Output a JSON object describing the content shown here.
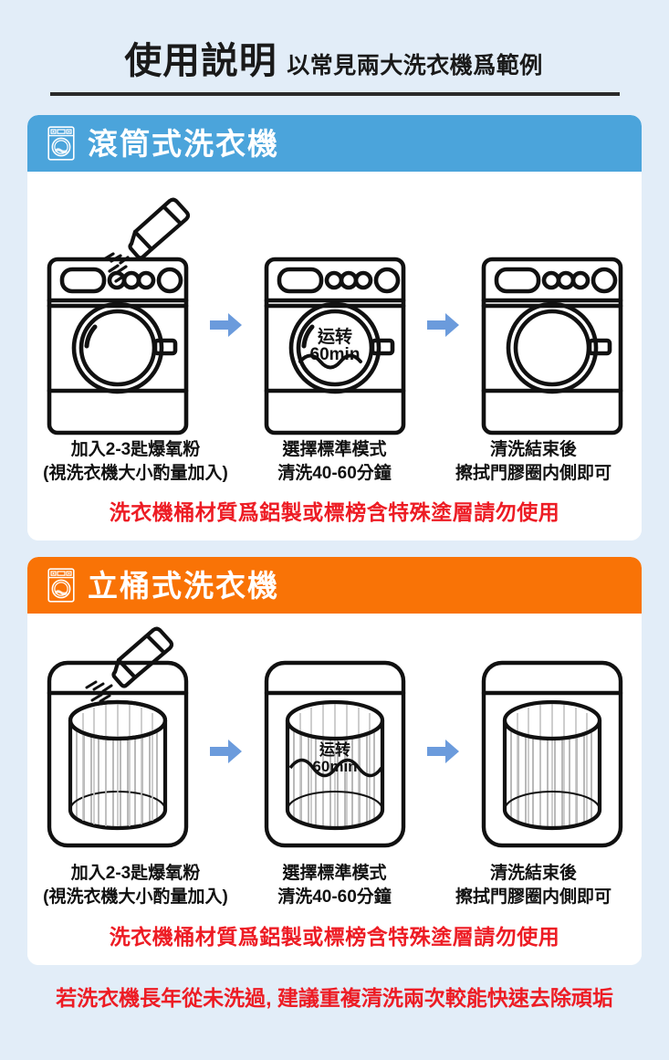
{
  "header": {
    "title": "使用説明",
    "subtitle": "以常見兩大洗衣機爲範例"
  },
  "colors": {
    "page_background": "#e2edf8",
    "panel_background": "#ffffff",
    "banner_blue": "#4ba4db",
    "banner_orange": "#f97306",
    "warning_red": "#ed1c24",
    "arrow_blue": "#6699dd",
    "line_black": "#2a2a2a"
  },
  "sections": [
    {
      "id": "drum",
      "banner_label": "滾筒式洗衣機",
      "banner_color": "#4ba4db",
      "icon": "washing-machine-icon",
      "steps": [
        {
          "illustration": "front-load-washer-with-powder-bottle",
          "caption_line1": "加入2-3匙爆氧粉",
          "caption_line2": "(視洗衣機大小酌量加入)"
        },
        {
          "illustration": "front-load-washer-running",
          "drum_label_line1": "运转",
          "drum_label_line2": "60min",
          "caption_line1": "選擇標準模式",
          "caption_line2": "清洗40-60分鐘"
        },
        {
          "illustration": "front-load-washer-clean",
          "caption_line1": "清洗結束後",
          "caption_line2": "擦拭門膠圈内側即可"
        }
      ],
      "warning": "洗衣機桶材質爲鋁製或標榜含特殊塗層請勿使用"
    },
    {
      "id": "toploader",
      "banner_label": "立桶式洗衣機",
      "banner_color": "#f97306",
      "icon": "washing-machine-icon",
      "steps": [
        {
          "illustration": "top-load-washer-with-powder-bottle",
          "caption_line1": "加入2-3匙爆氧粉",
          "caption_line2": "(視洗衣機大小酌量加入)"
        },
        {
          "illustration": "top-load-washer-running",
          "drum_label_line1": "运转",
          "drum_label_line2": "60min",
          "caption_line1": "選擇標準模式",
          "caption_line2": "清洗40-60分鐘"
        },
        {
          "illustration": "top-load-washer-clean",
          "caption_line1": "清洗結束後",
          "caption_line2": "擦拭門膠圈内側即可"
        }
      ],
      "warning": "洗衣機桶材質爲鋁製或標榜含特殊塗層請勿使用"
    }
  ],
  "footer_note": "若洗衣機長年從未洗過, 建議重複清洗兩次較能快速去除頑垢",
  "arrow_icon": "arrow-right-icon"
}
